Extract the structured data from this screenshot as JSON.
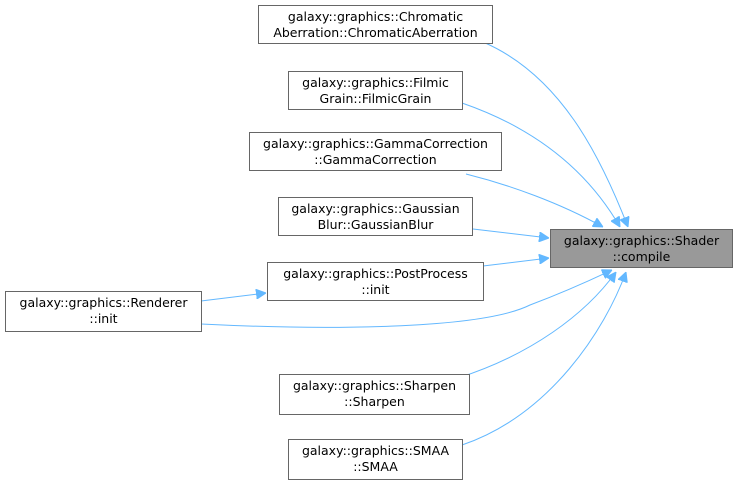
{
  "graph": {
    "focus": {
      "id": "shader-compile",
      "lines": [
        "galaxy::graphics::Shader",
        "::compile"
      ]
    },
    "nodes": [
      {
        "id": "chromatic",
        "lines": [
          "galaxy::graphics::Chromatic",
          "Aberration::ChromaticAberration"
        ]
      },
      {
        "id": "filmic",
        "lines": [
          "galaxy::graphics::Filmic",
          "Grain::FilmicGrain"
        ]
      },
      {
        "id": "gamma",
        "lines": [
          "galaxy::graphics::GammaCorrection",
          "::GammaCorrection"
        ]
      },
      {
        "id": "gaussian",
        "lines": [
          "galaxy::graphics::Gaussian",
          "Blur::GaussianBlur"
        ]
      },
      {
        "id": "postprocess",
        "lines": [
          "galaxy::graphics::PostProcess",
          "::init"
        ]
      },
      {
        "id": "renderer",
        "lines": [
          "galaxy::graphics::Renderer",
          "::init"
        ]
      },
      {
        "id": "sharpen",
        "lines": [
          "galaxy::graphics::Sharpen",
          "::Sharpen"
        ]
      },
      {
        "id": "smaa",
        "lines": [
          "galaxy::graphics::SMAA",
          "::SMAA"
        ]
      }
    ],
    "edges": [
      {
        "from": "chromatic",
        "to": "shader-compile"
      },
      {
        "from": "filmic",
        "to": "shader-compile"
      },
      {
        "from": "gamma",
        "to": "shader-compile"
      },
      {
        "from": "gaussian",
        "to": "shader-compile"
      },
      {
        "from": "postprocess",
        "to": "shader-compile"
      },
      {
        "from": "renderer",
        "to": "shader-compile"
      },
      {
        "from": "renderer",
        "to": "postprocess"
      },
      {
        "from": "sharpen",
        "to": "shader-compile"
      },
      {
        "from": "smaa",
        "to": "shader-compile"
      }
    ],
    "colors": {
      "edge": "#63b8ff",
      "node_border": "#666666",
      "focus_fill": "#999999"
    }
  }
}
